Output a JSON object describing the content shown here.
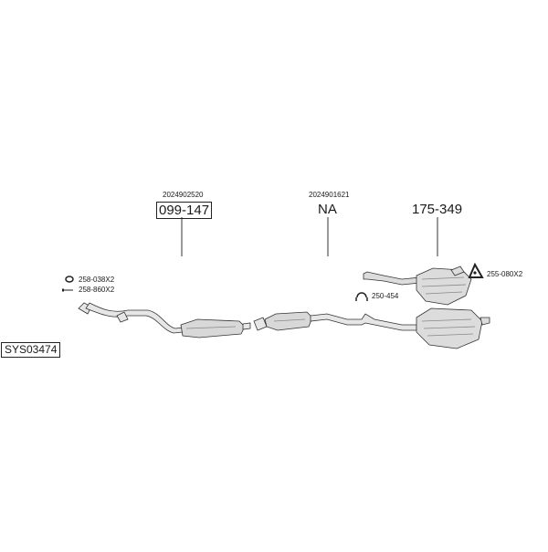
{
  "diagram": {
    "system_code": "SYS03474",
    "callouts": [
      {
        "oem": "2024902520",
        "part": "099-147",
        "boxed": true
      },
      {
        "oem": "2024901621",
        "part": "NA",
        "boxed": false
      },
      {
        "oem": "",
        "part": "175-349",
        "boxed": false
      }
    ],
    "accessories": [
      {
        "code": "258-038X2",
        "icon": "rubber-ring-icon"
      },
      {
        "code": "258-860X2",
        "icon": "bolt-icon"
      },
      {
        "code": "250-454",
        "icon": "clamp-icon"
      },
      {
        "code": "255-080X2",
        "icon": "gasket-icon"
      }
    ]
  }
}
